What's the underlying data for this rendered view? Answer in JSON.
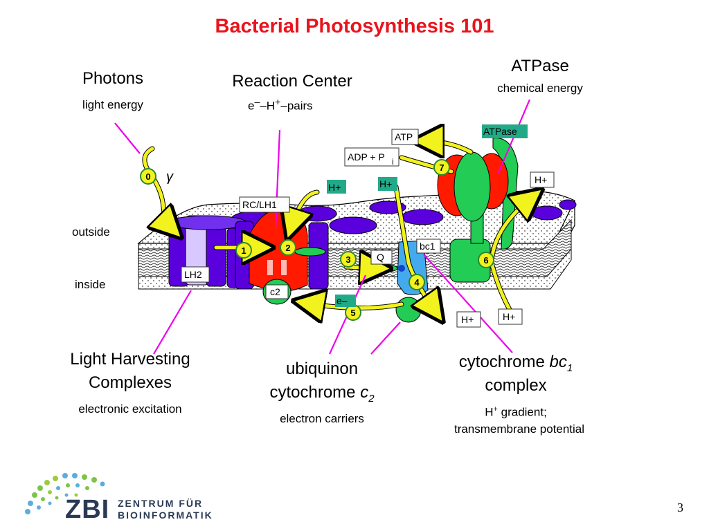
{
  "title": "Bacterial Photosynthesis 101",
  "labels": {
    "photons": {
      "heading": "Photons",
      "sub": "light energy"
    },
    "reaction_center": {
      "heading": "Reaction Center",
      "sub_e": "e",
      "sub_minus": "–",
      "sub_dash1": "–H",
      "sub_plus": "+",
      "sub_dash2": "–pairs"
    },
    "atpase": {
      "heading": "ATPase",
      "sub": "chemical energy"
    },
    "outside": "outside",
    "inside": "inside",
    "light_harvesting": {
      "line1": "Light Harvesting",
      "line2": "Complexes",
      "sub": "electronic excitation"
    },
    "ubiquinon": {
      "line1": "ubiquinon",
      "line2_a": "cytochrome ",
      "line2_b": "c",
      "line2_sub": "2",
      "sub": "electron carriers"
    },
    "cytochrome_bc1": {
      "line1_a": "cytochrome ",
      "line1_b": "bc",
      "line1_sub": "1",
      "line2": "complex",
      "sub1_a": "H",
      "sub1_sup": "+",
      "sub1_b": " gradient;",
      "sub2": "transmembrane potential"
    }
  },
  "diagram": {
    "boxes": {
      "atp": "ATP",
      "adp": "ADP + P",
      "adp_sub": "i",
      "atpase_box": "ATPase",
      "rc_lh1": "RC/LH1",
      "lh2": "LH2",
      "bc1": "bc1",
      "q": "Q",
      "c2": "c2",
      "e_minus": "e–",
      "h_plus_1": "H+",
      "h_plus_2": "H+",
      "h_plus_3": "H+",
      "h_plus_4": "H+",
      "h_plus_5": "H+",
      "gamma": "γ"
    },
    "steps": [
      "0",
      "1",
      "2",
      "3",
      "4",
      "5",
      "6",
      "7"
    ]
  },
  "logo": {
    "abbr": "ZBI",
    "line1": "ZENTRUM FÜR",
    "line2": "BIOINFORMATIK"
  },
  "page_number": "3",
  "colors": {
    "title": "#e8141d",
    "pointer": "#ee00ee",
    "arrow": "#f2f21e",
    "membrane_purple": "#5a00dd",
    "rc_red": "#ff1a00",
    "atpase_green": "#22cc55",
    "bc1_blue": "#44aaee",
    "h_box": "#22aa88"
  }
}
